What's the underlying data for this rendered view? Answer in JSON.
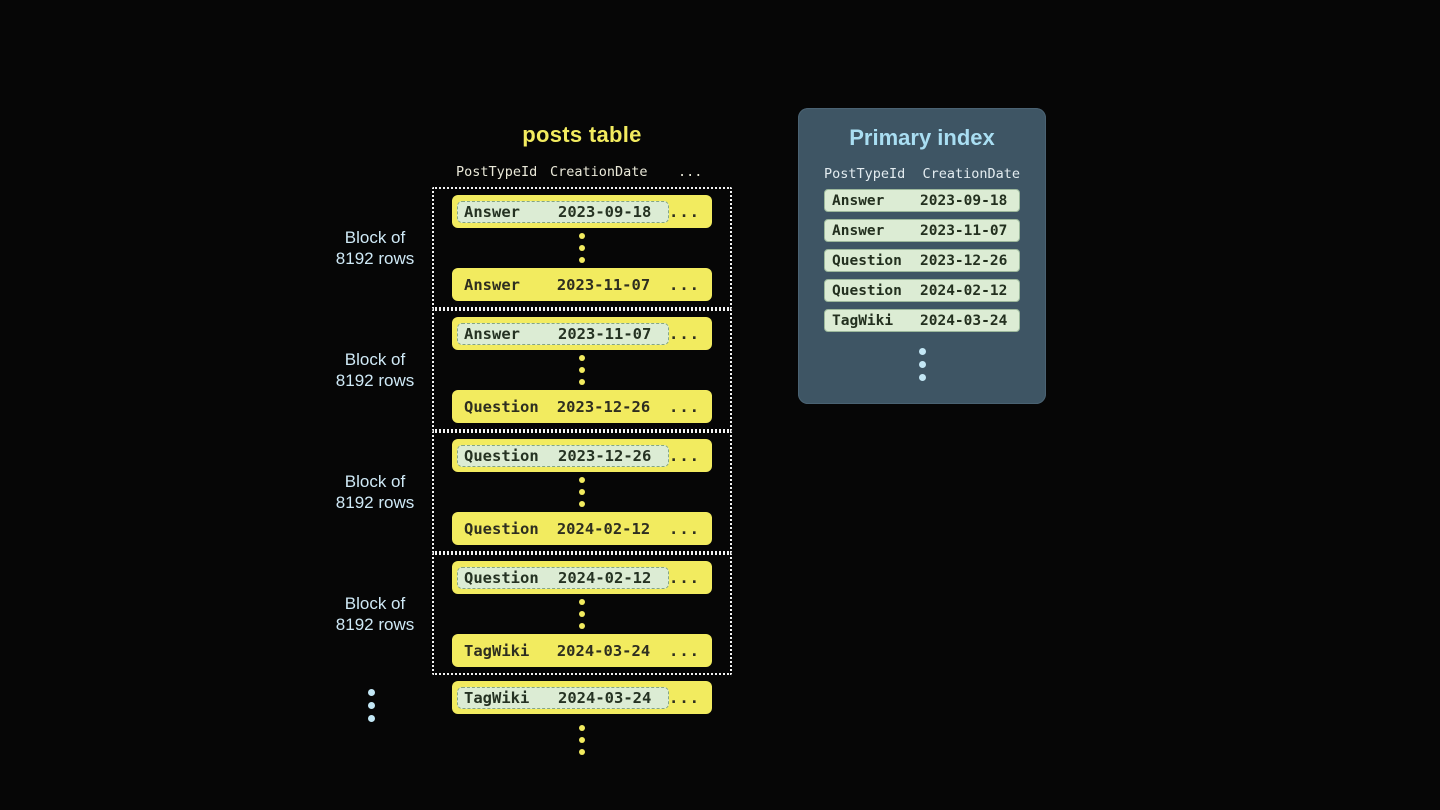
{
  "posts_table": {
    "title": "posts table",
    "headers": [
      "PostTypeId",
      "CreationDate",
      "..."
    ],
    "blocks": [
      {
        "label": [
          "Block of",
          "8192 rows"
        ],
        "first_row": {
          "post_type": "Answer",
          "creation_date": "2023-09-18",
          "ellipsis": "..."
        },
        "last_row": {
          "post_type": "Answer",
          "creation_date": "2023-11-07",
          "ellipsis": "..."
        }
      },
      {
        "label": [
          "Block of",
          "8192 rows"
        ],
        "first_row": {
          "post_type": "Answer",
          "creation_date": "2023-11-07",
          "ellipsis": "..."
        },
        "last_row": {
          "post_type": "Question",
          "creation_date": "2023-12-26",
          "ellipsis": "..."
        }
      },
      {
        "label": [
          "Block of",
          "8192 rows"
        ],
        "first_row": {
          "post_type": "Question",
          "creation_date": "2023-12-26",
          "ellipsis": "..."
        },
        "last_row": {
          "post_type": "Question",
          "creation_date": "2024-02-12",
          "ellipsis": "..."
        }
      },
      {
        "label": [
          "Block of",
          "8192 rows"
        ],
        "first_row": {
          "post_type": "Question",
          "creation_date": "2024-02-12",
          "ellipsis": "..."
        },
        "last_row": {
          "post_type": "TagWiki",
          "creation_date": "2024-03-24",
          "ellipsis": "..."
        }
      }
    ],
    "next_block_first_row": {
      "post_type": "TagWiki",
      "creation_date": "2024-03-24",
      "ellipsis": "..."
    }
  },
  "primary_index": {
    "title": "Primary index",
    "headers": [
      "PostTypeId",
      "CreationDate"
    ],
    "rows": [
      {
        "post_type": "Answer",
        "creation_date": "2023-09-18"
      },
      {
        "post_type": "Answer",
        "creation_date": "2023-11-07"
      },
      {
        "post_type": "Question",
        "creation_date": "2023-12-26"
      },
      {
        "post_type": "Question",
        "creation_date": "2024-02-12"
      },
      {
        "post_type": "TagWiki",
        "creation_date": "2024-03-24"
      }
    ]
  },
  "colors": {
    "background": "#060606",
    "row_yellow": "#f2eb5f",
    "highlight_mint": "#dcecd4",
    "panel_slate": "#3e5564",
    "accent_blue": "#c3e7f5",
    "title_yellow": "#f2eb5f"
  }
}
